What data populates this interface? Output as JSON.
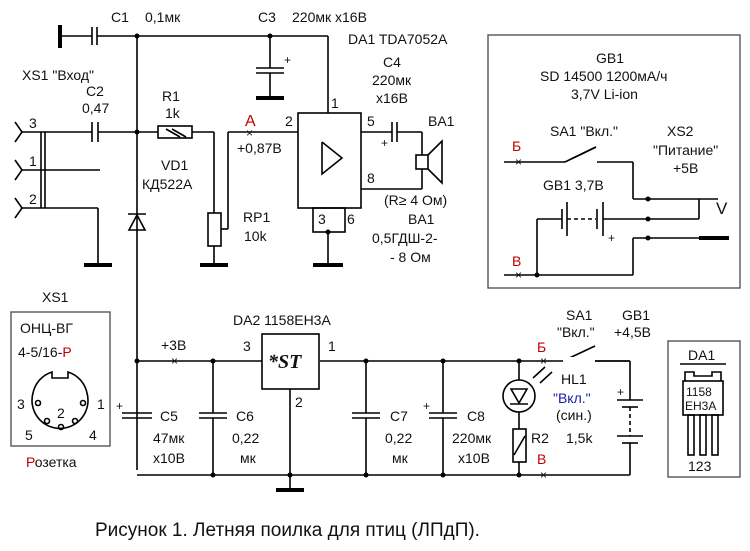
{
  "figure": {
    "caption": "Рисунок 1.  Летняя поилка для птиц (ЛПдП).",
    "accent_red": "#c00000",
    "accent_blue": "#1a1aa8"
  },
  "components": {
    "c1": {
      "ref": "C1",
      "value": "0,1мк"
    },
    "c2": {
      "ref": "C2",
      "value": "0,47"
    },
    "c3": {
      "ref": "C3",
      "value": "220мк х16В"
    },
    "c4": {
      "ref": "C4",
      "value": "220мк",
      "voltage": "х16В"
    },
    "c5": {
      "ref": "C5",
      "value": "47мк",
      "voltage": "х10В"
    },
    "c6": {
      "ref": "C6",
      "value": "0,22",
      "unit": "мк"
    },
    "c7": {
      "ref": "C7",
      "value": "0,22",
      "unit": "мк"
    },
    "c8": {
      "ref": "C8",
      "value": "220мк",
      "voltage": "х10В"
    },
    "r1": {
      "ref": "R1",
      "value": "1k"
    },
    "r2": {
      "ref": "R2",
      "value": "1,5k"
    },
    "rp1": {
      "ref": "RP1",
      "value": "10k"
    },
    "vd1": {
      "ref": "VD1",
      "value": "КД522А"
    },
    "da1": {
      "ref": "DA1 TDA7052A",
      "pins": [
        "1",
        "2",
        "5",
        "8",
        "3",
        "6"
      ]
    },
    "da2": {
      "ref": "DA2  1158ЕН3А",
      "symbol": "*ST",
      "pins": [
        "3",
        "1",
        "2"
      ]
    },
    "ba1": {
      "ref": "BA1",
      "impedance_note": "(R≥ 4 Ом)",
      "ref2": "BA1",
      "model": "0,5ГДШ-2-",
      "model2": "- 8 Ом"
    },
    "hl1": {
      "ref": "HL1",
      "label": "\"Вкл.\"",
      "color": "(син.)"
    },
    "sa1_main": {
      "ref": "SA1",
      "label": "\"Вкл.\""
    },
    "gb1_main": {
      "ref": "GB1",
      "voltage": "+4,5В"
    },
    "xs1": {
      "ref": "XS1 \"Вход\"",
      "pins": [
        "3",
        "1",
        "2"
      ]
    }
  },
  "nodes": {
    "a": "A",
    "a_voltage": "+0,87В",
    "b_upper": "Б",
    "v_lower": "В",
    "plus3v": "+3В"
  },
  "connector_box": {
    "title": "XS1",
    "line1": "ОНЦ-ВГ",
    "line2_prefix": "4-5/16-",
    "line2_suffix": "Р",
    "pins": [
      "3",
      "1",
      "2",
      "5",
      "4"
    ],
    "footer_first": "Р",
    "footer_rest": "озетка"
  },
  "alt_power_box": {
    "title": "GB1",
    "spec": "SD 14500  1200мА/ч",
    "chem": "3,7V  Li-ion",
    "switch": "SA1  \"Вкл.\"",
    "socket": "XS2",
    "socket_label": "\"Питание\"",
    "socket_voltage": "+5В",
    "battery": "GB1  3,7В",
    "node_b": "Б",
    "node_v": "В",
    "v_mark": "V"
  },
  "pinout_box": {
    "title": "DA1",
    "line1": "1158",
    "line2": "ЕН3А",
    "pins": "123"
  }
}
